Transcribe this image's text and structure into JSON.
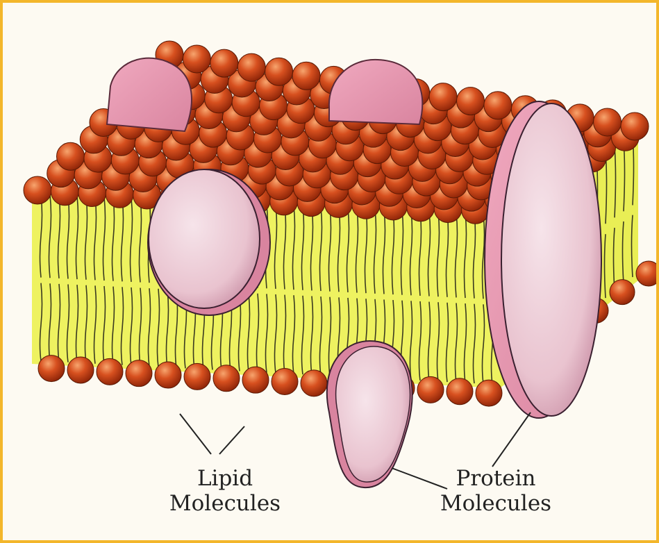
{
  "labels": {
    "lipid": {
      "line1": "Lipid",
      "line2": "Molecules"
    },
    "protein": {
      "line1": "Protein",
      "line2": "Molecules"
    }
  },
  "colors": {
    "frame": "#f3b62b",
    "background": "#fdfaf2",
    "bilayer_tails": "#eef260",
    "head": "#d2491a",
    "protein": "#f1d3dc",
    "protein_shadow": "#d98aa8"
  }
}
